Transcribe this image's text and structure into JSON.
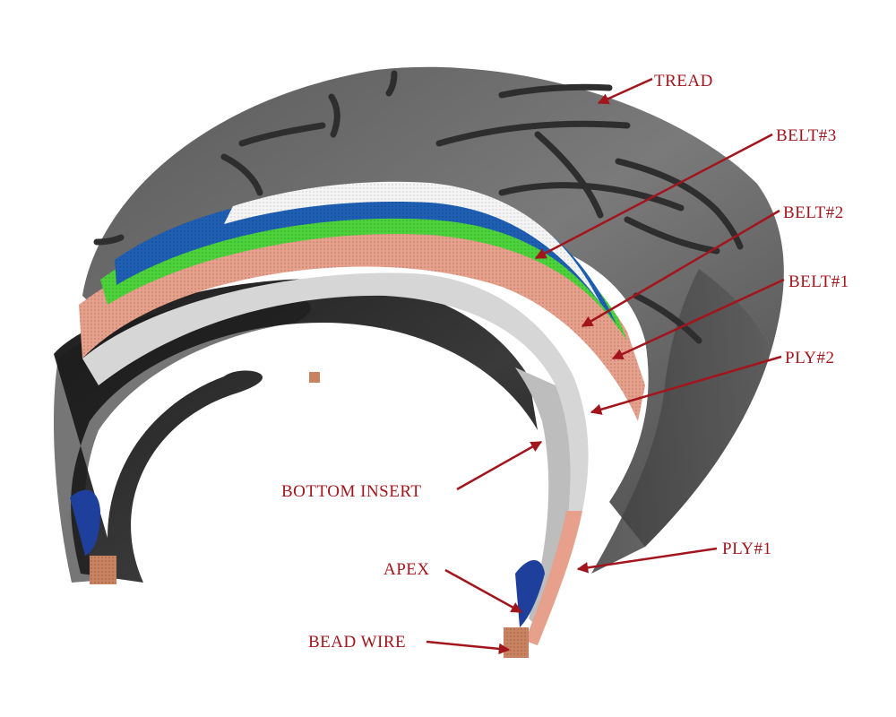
{
  "colors": {
    "label": "#a3151c",
    "leader": "#a3151c",
    "tread": "#6d6d6d",
    "belt3": "#f4f4f4",
    "belt2": "#1f5fb3",
    "belt1": "#4cd23a",
    "ply2": "#e6a08c",
    "insert": "#d6d6d6",
    "inner_liner": "#2b2b2b",
    "bead": "#c98361"
  },
  "labels": {
    "tread": "TREAD",
    "belt3": "BELT#3",
    "belt2": "BELT#2",
    "belt1": "BELT#1",
    "ply2": "PLY#2",
    "bottom_insert": "BOTTOM INSERT",
    "ply1": "PLY#1",
    "apex": "APEX",
    "bead_wire": "BEAD WIRE"
  }
}
